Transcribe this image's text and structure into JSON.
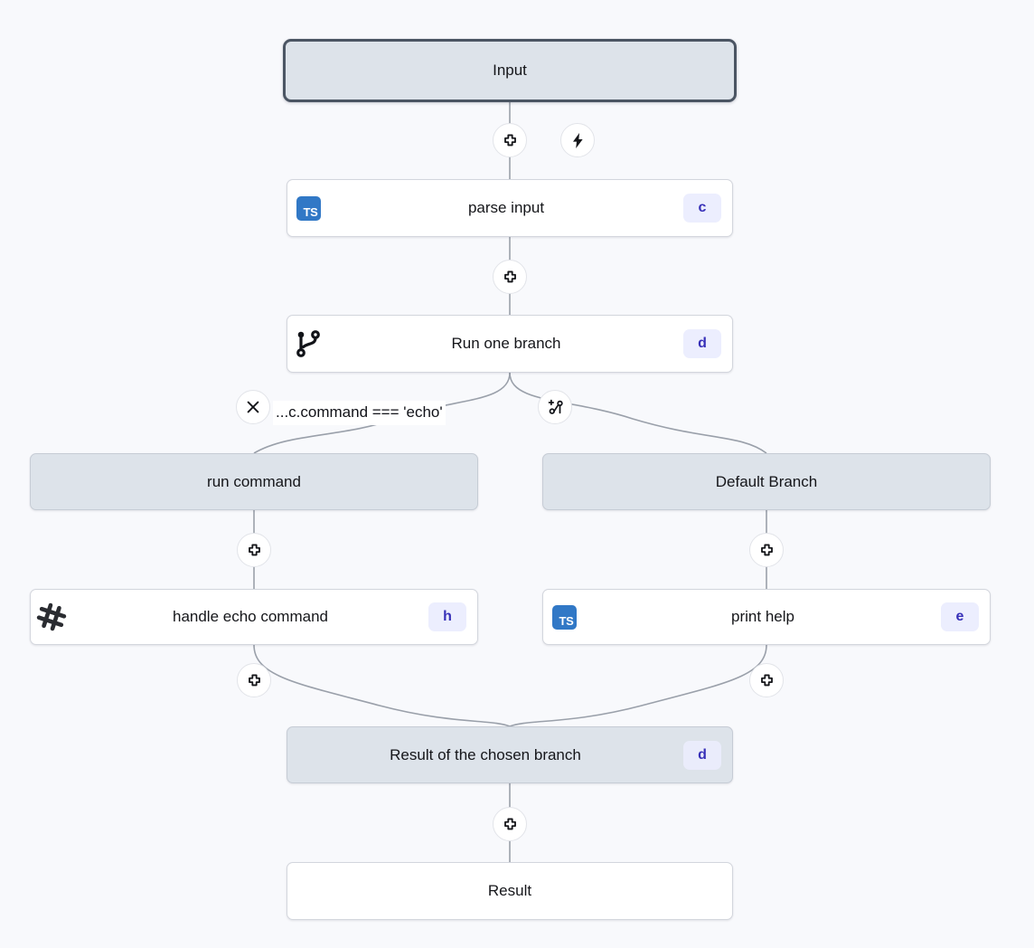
{
  "canvas": {
    "background_color": "#f8f9fc",
    "accent_badge_bg": "#eceefe",
    "accent_badge_fg": "#3730b8",
    "ts_logo_color": "#3178c6",
    "node_gray_fill": "#dde3ea",
    "edge_color": "#9aa0aa"
  },
  "nodes": {
    "input": {
      "label": "Input"
    },
    "parse_input": {
      "label": "parse input",
      "badge": "c",
      "icon": "typescript-icon",
      "icon_text": "TS"
    },
    "run_one_branch": {
      "label": "Run one branch",
      "badge": "d",
      "icon": "git-branch-icon"
    },
    "run_command": {
      "label": "run command"
    },
    "default_branch": {
      "label": "Default Branch"
    },
    "handle_echo_command": {
      "label": "handle echo command",
      "badge": "h",
      "icon": "bash-hash-icon"
    },
    "print_help": {
      "label": "print help",
      "badge": "e",
      "icon": "typescript-icon",
      "icon_text": "TS"
    },
    "result_of_chosen_branch": {
      "label": "Result of the chosen branch",
      "badge": "d"
    },
    "result": {
      "label": "Result"
    }
  },
  "edge_labels": {
    "branch_condition": "...c.command === 'echo'"
  },
  "controls": {
    "add_step_input": {
      "icon": "plus-icon"
    },
    "trigger": {
      "icon": "lightning-bolt-icon"
    },
    "add_step_parse": {
      "icon": "plus-icon"
    },
    "remove_branch": {
      "icon": "close-x-icon"
    },
    "add_branch": {
      "icon": "add-branch-icon"
    },
    "add_step_left": {
      "icon": "plus-icon"
    },
    "add_step_right": {
      "icon": "plus-icon"
    },
    "add_step_left_lower": {
      "icon": "plus-icon"
    },
    "add_step_right_lower": {
      "icon": "plus-icon"
    },
    "add_step_result": {
      "icon": "plus-icon"
    }
  }
}
